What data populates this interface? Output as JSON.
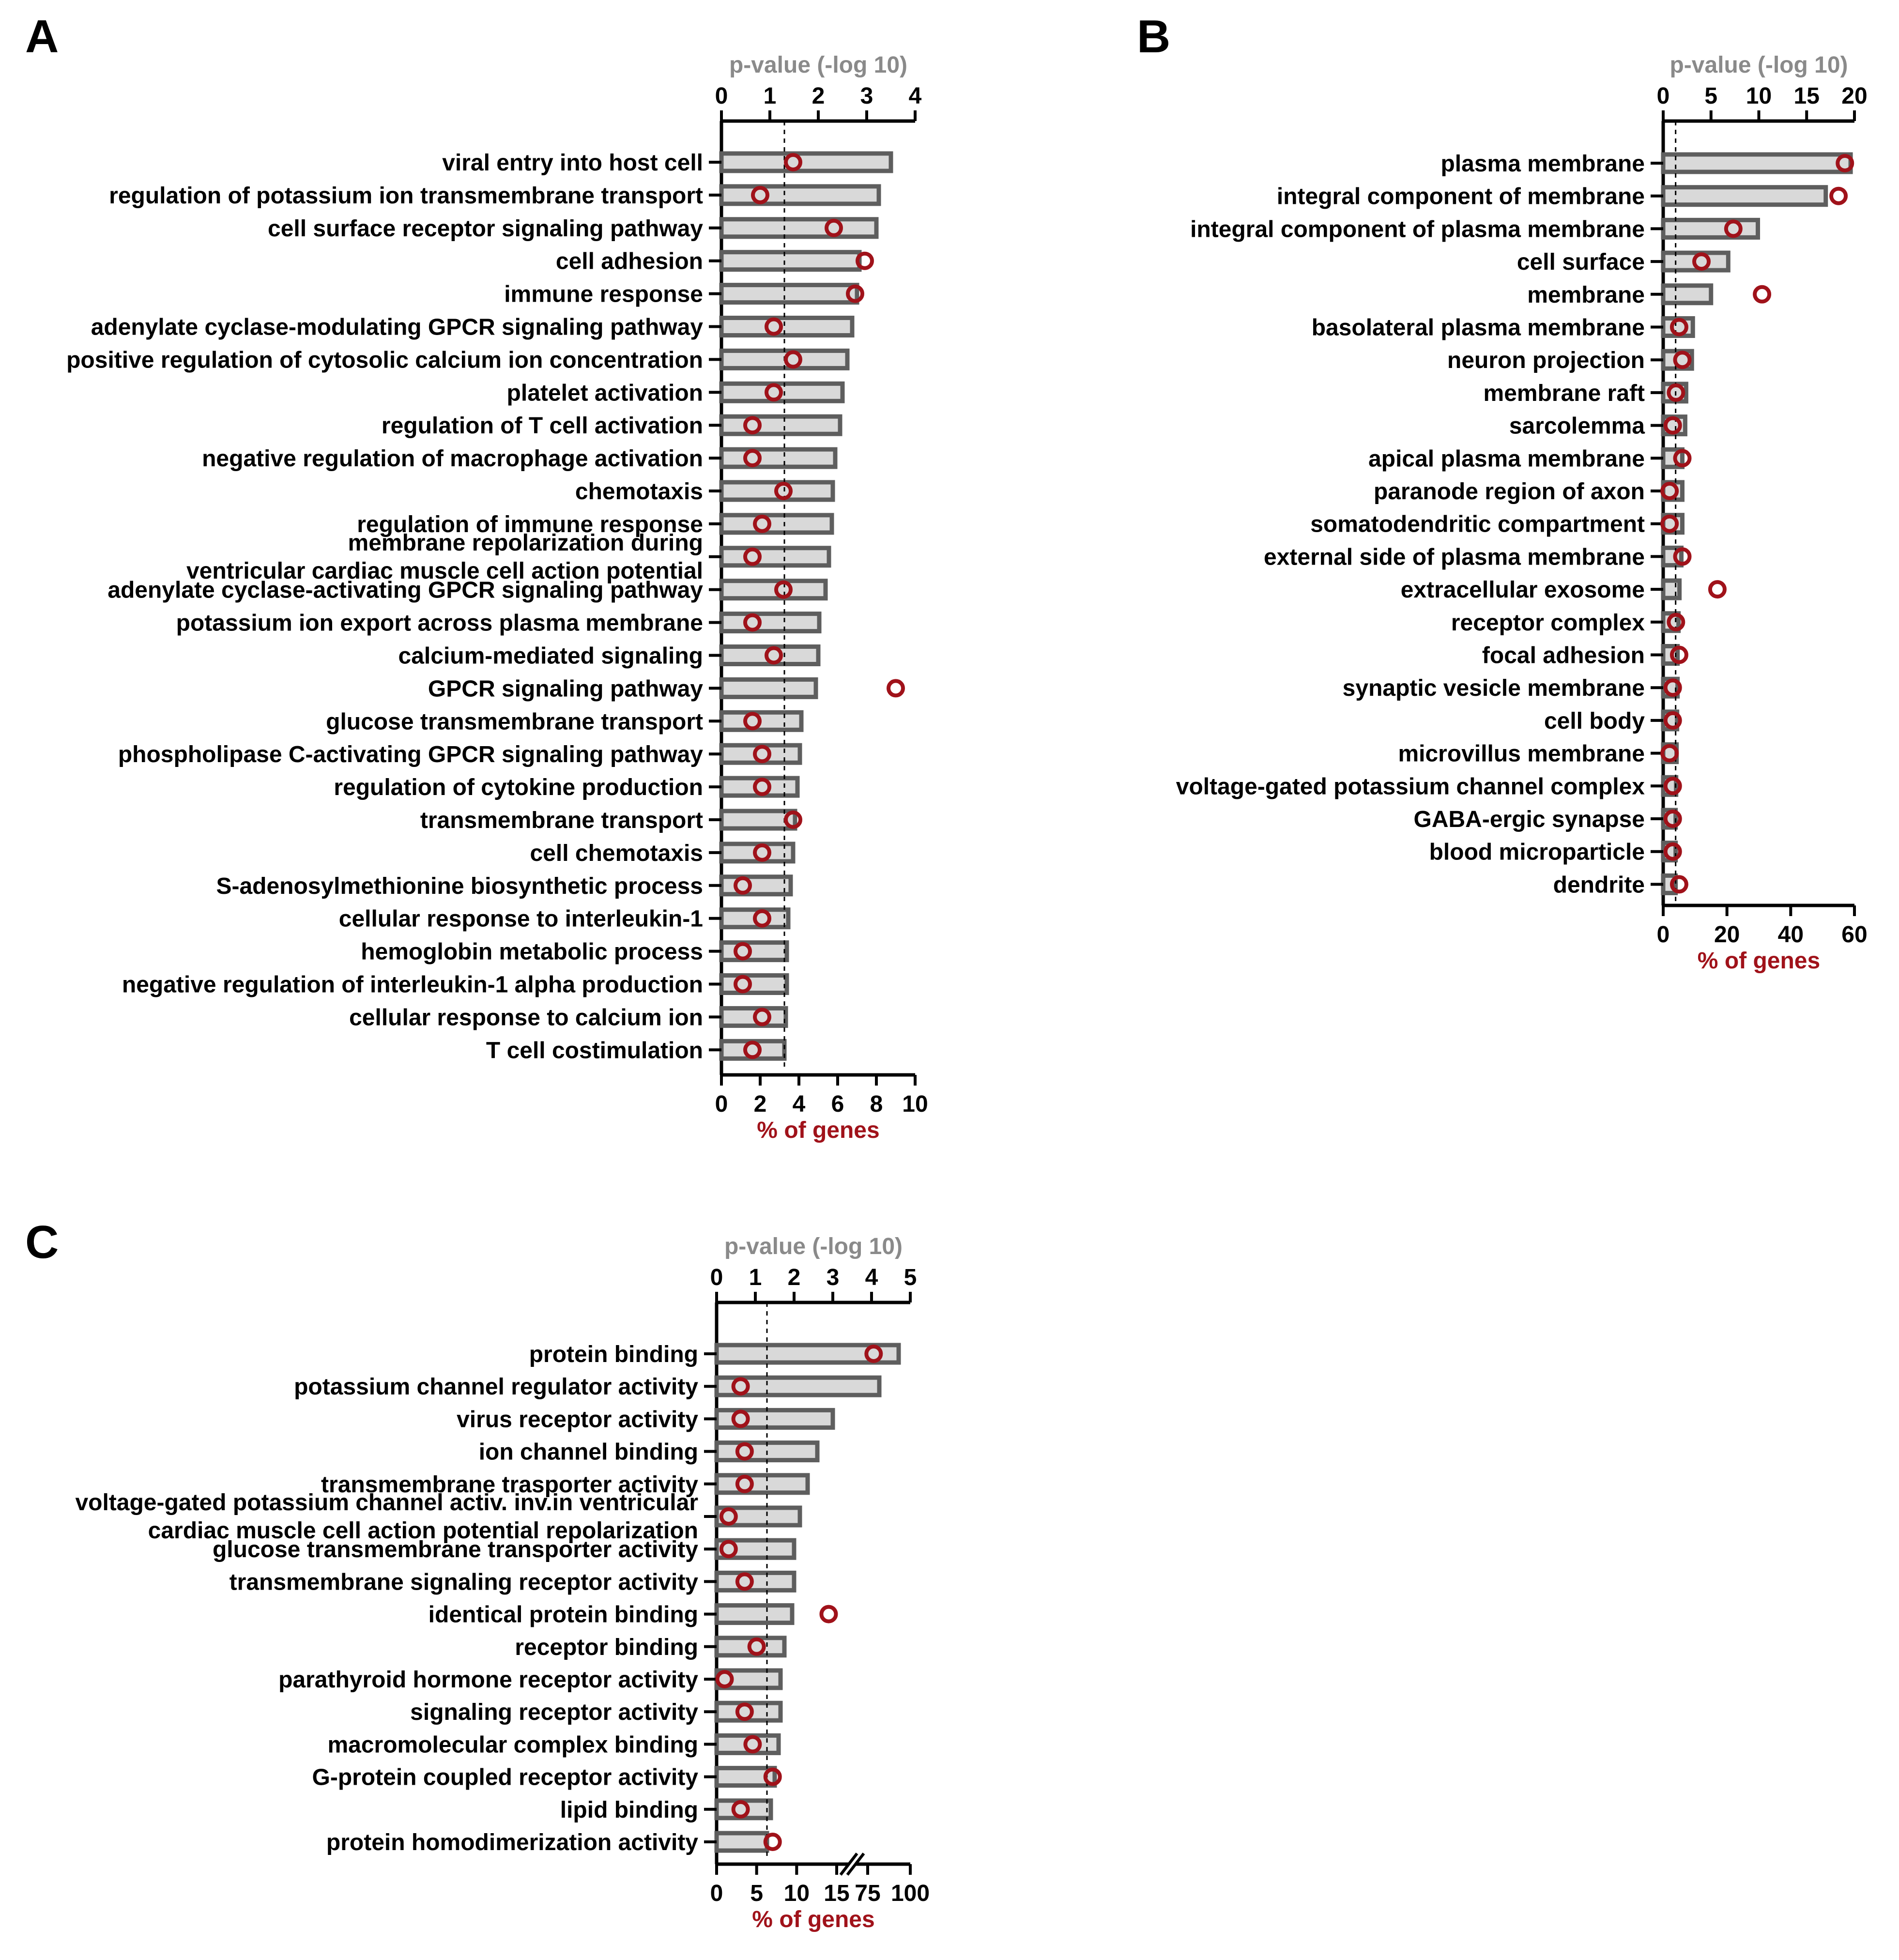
{
  "colors": {
    "bar_fill": "#d9d9d9",
    "bar_stroke": "#5e5e5e",
    "point": "#a0121a",
    "axis": "#000000",
    "pvalue_title": "#8a8a8a",
    "genes_title": "#a0121a"
  },
  "chart_data": [
    {
      "panel": "A",
      "type": "bar",
      "orientation": "horizontal",
      "top_axis_title": "p-value (-log 10)",
      "top_ticks": [
        "0",
        "1",
        "2",
        "3",
        "4"
      ],
      "top_range": [
        0,
        4
      ],
      "bottom_axis_title": "% of genes",
      "bottom_ticks": [
        "0",
        "2",
        "4",
        "6",
        "8",
        "10"
      ],
      "bottom_range": [
        0,
        10
      ],
      "threshold_pvalue": 1.3,
      "terms": [
        [
          "viral entry into host cell"
        ],
        [
          "regulation of potassium ion transmembrane transport"
        ],
        [
          "cell surface receptor signaling pathway"
        ],
        [
          "cell adhesion"
        ],
        [
          "immune response"
        ],
        [
          "adenylate cyclase-modulating GPCR signaling pathway"
        ],
        [
          "positive regulation of cytosolic calcium ion concentration"
        ],
        [
          "platelet activation"
        ],
        [
          "regulation of T cell activation"
        ],
        [
          "negative regulation of macrophage activation"
        ],
        [
          "chemotaxis"
        ],
        [
          "regulation of immune response"
        ],
        [
          "membrane repolarization during",
          "ventricular cardiac muscle cell action potential"
        ],
        [
          "adenylate cyclase-activating GPCR signaling pathway"
        ],
        [
          "potassium ion export across plasma membrane"
        ],
        [
          "calcium-mediated signaling"
        ],
        [
          "GPCR signaling pathway"
        ],
        [
          "glucose transmembrane transport"
        ],
        [
          "phospholipase C-activating GPCR signaling pathway"
        ],
        [
          "regulation of cytokine production"
        ],
        [
          "transmembrane transport"
        ],
        [
          "cell chemotaxis"
        ],
        [
          "S-adenosylmethionine biosynthetic process"
        ],
        [
          "cellular response to interleukin-1"
        ],
        [
          "hemoglobin metabolic process"
        ],
        [
          "negative regulation of interleukin-1 alpha production"
        ],
        [
          "cellular response to calcium ion"
        ],
        [
          "T cell costimulation"
        ]
      ],
      "pvalue_log10": [
        3.5,
        3.25,
        3.2,
        2.85,
        2.8,
        2.7,
        2.6,
        2.5,
        2.45,
        2.35,
        2.3,
        2.28,
        2.22,
        2.15,
        2.02,
        2.0,
        1.95,
        1.65,
        1.62,
        1.57,
        1.52,
        1.48,
        1.43,
        1.38,
        1.35,
        1.35,
        1.33,
        1.3
      ],
      "percent_genes": [
        3.7,
        2.0,
        5.8,
        7.4,
        6.9,
        2.7,
        3.7,
        2.7,
        1.6,
        1.6,
        3.2,
        2.1,
        1.6,
        3.2,
        1.6,
        2.7,
        9.0,
        1.6,
        2.1,
        2.1,
        3.7,
        2.1,
        1.1,
        2.1,
        1.1,
        1.1,
        2.1,
        1.6
      ]
    },
    {
      "panel": "B",
      "type": "bar",
      "orientation": "horizontal",
      "top_axis_title": "p-value (-log 10)",
      "top_ticks": [
        "0",
        "5",
        "10",
        "15",
        "20"
      ],
      "top_range": [
        0,
        20
      ],
      "bottom_axis_title": "% of genes",
      "bottom_ticks": [
        "0",
        "20",
        "40",
        "60"
      ],
      "bottom_range": [
        0,
        60
      ],
      "threshold_pvalue": 1.3,
      "terms": [
        [
          "plasma membrane"
        ],
        [
          "integral component of membrane"
        ],
        [
          "integral component of plasma membrane"
        ],
        [
          "cell surface"
        ],
        [
          "membrane"
        ],
        [
          "basolateral plasma membrane"
        ],
        [
          "neuron projection"
        ],
        [
          "membrane raft"
        ],
        [
          "sarcolemma"
        ],
        [
          "apical plasma membrane"
        ],
        [
          "paranode region of axon"
        ],
        [
          "somatodendritic compartment"
        ],
        [
          "external side of plasma membrane"
        ],
        [
          "extracellular exosome"
        ],
        [
          "receptor complex"
        ],
        [
          "focal adhesion"
        ],
        [
          "synaptic vesicle membrane"
        ],
        [
          "cell body"
        ],
        [
          "microvillus membrane"
        ],
        [
          "voltage-gated potassium channel complex"
        ],
        [
          "GABA-ergic synapse"
        ],
        [
          "blood microparticle"
        ],
        [
          "dendrite"
        ]
      ],
      "pvalue_log10": [
        19.6,
        17.0,
        9.9,
        6.8,
        5.0,
        3.1,
        3.0,
        2.4,
        2.3,
        2.0,
        2.0,
        2.0,
        1.9,
        1.7,
        1.6,
        1.5,
        1.5,
        1.45,
        1.4,
        1.35,
        1.3,
        1.3,
        1.3
      ],
      "percent_genes": [
        57,
        55,
        22,
        12,
        31,
        5,
        6,
        4,
        3,
        6,
        2,
        2,
        6,
        17,
        4,
        5,
        3,
        3,
        2,
        3,
        3,
        3,
        5
      ]
    },
    {
      "panel": "C",
      "type": "bar",
      "orientation": "horizontal",
      "top_axis_title": "p-value (-log 10)",
      "top_ticks": [
        "0",
        "1",
        "2",
        "3",
        "4",
        "5"
      ],
      "top_range": [
        0,
        5
      ],
      "bottom_axis_title": "% of genes",
      "bottom_ticks": [
        "0",
        "5",
        "10",
        "15",
        "75",
        "100"
      ],
      "bottom_range_segments": [
        [
          0,
          15
        ],
        [
          75,
          100
        ]
      ],
      "bottom_axis_break": true,
      "threshold_pvalue": 1.3,
      "terms": [
        [
          "protein binding"
        ],
        [
          "potassium channel regulator activity"
        ],
        [
          "virus receptor activity"
        ],
        [
          "ion channel binding"
        ],
        [
          "transmembrane trasporter activity"
        ],
        [
          "voltage-gated potassium channel activ. inv.in ventricular",
          "cardiac muscle cell action potential repolarization"
        ],
        [
          "glucose transmembrane transporter activity"
        ],
        [
          "transmembrane signaling receptor activity"
        ],
        [
          "identical protein binding"
        ],
        [
          "receptor binding"
        ],
        [
          "parathyroid hormone receptor activity"
        ],
        [
          "signaling receptor activity"
        ],
        [
          "macromolecular complex binding"
        ],
        [
          "G-protein coupled receptor activity"
        ],
        [
          "lipid binding"
        ],
        [
          "protein homodimerization activity"
        ]
      ],
      "pvalue_log10": [
        4.7,
        4.2,
        3.0,
        2.6,
        2.35,
        2.15,
        2.0,
        2.0,
        1.95,
        1.75,
        1.65,
        1.65,
        1.6,
        1.5,
        1.4,
        1.3
      ],
      "percent_genes": [
        78.5,
        3.0,
        3.0,
        3.5,
        3.5,
        1.5,
        1.5,
        3.5,
        14.0,
        5.0,
        1.0,
        3.5,
        4.5,
        7.0,
        3.0,
        7.0
      ]
    }
  ]
}
